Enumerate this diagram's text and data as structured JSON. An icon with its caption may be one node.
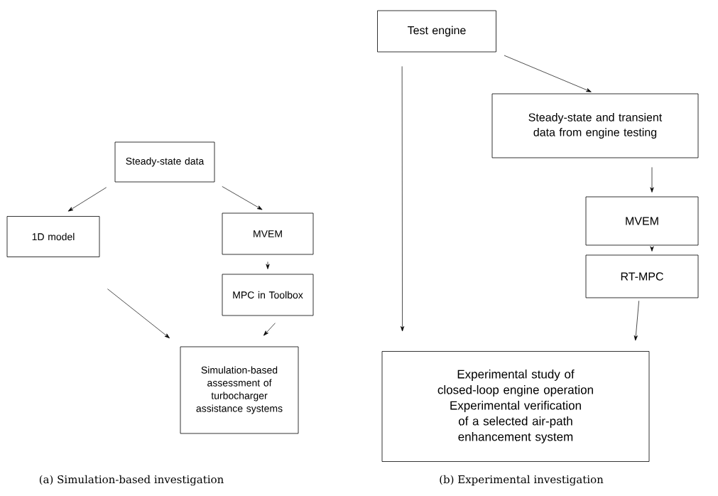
{
  "diagram": {
    "nodes": [
      {
        "text": [
          "Steady-state data"
        ]
      },
      {
        "text": [
          "1D model"
        ]
      },
      {
        "text": [
          "MVEM"
        ]
      },
      {
        "text": [
          "MPC in Toolbox"
        ]
      },
      {
        "text": [
          "Simulation-based assessment of turbocharger assistance systems"
        ]
      },
      {
        "text": [
          "Test engine"
        ]
      },
      {
        "text": [
          "Steady-state and transient data from engine testing"
        ]
      },
      {
        "text": [
          "MVEM"
        ]
      },
      {
        "text": [
          "RT-MPC"
        ]
      },
      {
        "text": [
          "Experimental study of closed-loop engine operation",
          "Experimental verification of a selected air-path enhancement system"
        ]
      }
    ],
    "edges": [
      {
        "from": 0,
        "to": 1,
        "arrow": "to"
      },
      {
        "from": 0,
        "to": 2,
        "arrow": "to"
      },
      {
        "from": 2,
        "to": 3,
        "arrow": "to"
      },
      {
        "from": 1,
        "to": 4,
        "arrow": "to"
      },
      {
        "from": 3,
        "to": 4,
        "arrow": "to"
      },
      {
        "from": 5,
        "to": 9,
        "arrow": "to"
      },
      {
        "from": 5,
        "to": 6,
        "arrow": "to"
      },
      {
        "from": 6,
        "to": 7,
        "arrow": "to"
      },
      {
        "from": 7,
        "to": 8,
        "arrow": "to"
      },
      {
        "from": 8,
        "to": 9,
        "arrow": "to"
      }
    ],
    "labels": [
      "(a) Simulation-based investigation",
      "(b) Experimental investigation"
    ]
  }
}
